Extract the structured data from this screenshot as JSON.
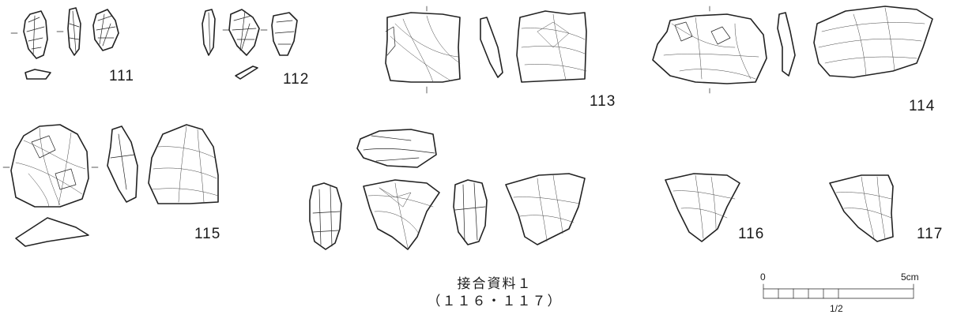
{
  "labels": {
    "a111": "111",
    "a112": "112",
    "a113": "113",
    "a114": "114",
    "a115": "115",
    "a116": "116",
    "a117": "117"
  },
  "caption": {
    "line1": "接合資料１",
    "line2": "（１１６・１１７）"
  },
  "scale": {
    "min_label": "0",
    "max_label": "5cm",
    "ratio": "1/2"
  }
}
